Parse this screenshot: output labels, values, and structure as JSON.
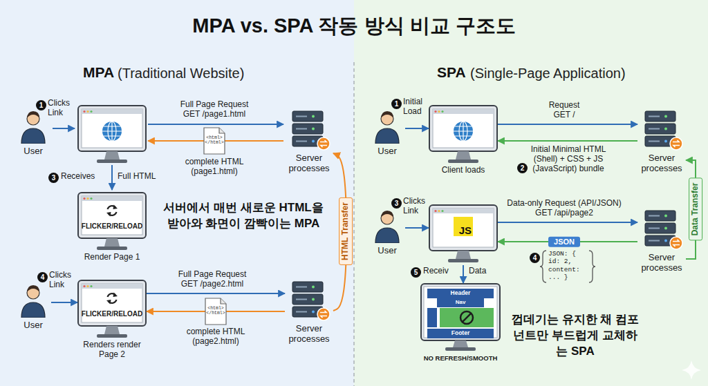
{
  "diagram": {
    "title": "MPA vs. SPA 작동 방식 비교 구조도",
    "nodes": [
      {
        "text": [
          "User"
        ]
      },
      {
        "text": [
          "Server processes"
        ]
      },
      {
        "text": [
          "<html> </html>"
        ]
      },
      {
        "text": [
          "FLICKER/RELOAD",
          "Render Page 1"
        ]
      },
      {
        "text": [
          "User"
        ]
      },
      {
        "text": [
          "FLICKER/RELOAD",
          "Renders render Page 2"
        ]
      },
      {
        "text": [
          "<html> </html>"
        ]
      },
      {
        "text": [
          "Server processes"
        ]
      },
      {
        "text": [
          "User"
        ]
      },
      {
        "text": [
          "Client loads"
        ]
      },
      {
        "text": [
          "Server processes"
        ]
      },
      {
        "text": [
          "User"
        ]
      },
      {
        "text": [
          "JS"
        ]
      },
      {
        "text": [
          "Server processes"
        ]
      },
      {
        "text": [
          "NO REFRESH/SMOOTH"
        ]
      },
      {
        "text": [
          "Header"
        ],
        "in": 14
      },
      {
        "text": [
          "Nav"
        ],
        "in": 14
      },
      {
        "text": [
          "Footer"
        ],
        "in": 14
      }
    ],
    "edges": [
      {
        "from": 4,
        "to": 5,
        "arrow": "to"
      },
      {
        "from": 5,
        "to": 7,
        "label": "Full Page Request GET /page2.html",
        "arrow": "to"
      },
      {
        "from": 7,
        "to": 5,
        "label": "complete HTML (page2.html)",
        "arrow": "to"
      },
      {
        "from": 7,
        "to": 1,
        "label": "HTML Transfer",
        "arrow": "to"
      },
      {
        "from": 8,
        "to": 9,
        "arrow": "to"
      },
      {
        "from": 9,
        "to": 10,
        "label": "Request GET /",
        "arrow": "to"
      },
      {
        "from": 10,
        "to": 9,
        "label": "Initial Minimal HTML (Shell) + CSS + JS (JavaScript) bundle",
        "arrow": "to"
      },
      {
        "from": 13,
        "to": 10,
        "label": "Data Transfer",
        "arrow": "to"
      },
      {
        "from": 11,
        "to": 12,
        "arrow": "to"
      },
      {
        "from": 12,
        "to": 13,
        "label": "Data-only Request (API/JSON) GET /api/page2",
        "arrow": "to"
      },
      {
        "from": 13,
        "to": 12,
        "label": "JSON",
        "arrow": "to"
      },
      {
        "from": 12,
        "to": 14,
        "arrow": "to"
      }
    ],
    "labels": [
      "MPA",
      "(Traditional Website)",
      "1",
      "Clicks Link",
      "Full Page Request GET /page1.html",
      "complete HTML (page1.html)",
      "3",
      "Receives",
      "Full HTML",
      "서버에서 매번 새로운 HTML을 받아와 화면이 깜빡이는 MPA",
      "4",
      "Clicks Link",
      "SPA",
      "(Single-Page Application)",
      "1",
      "Initial Load",
      "2",
      "3",
      "Clicks Link",
      "4",
      "JSON: { id: 2, content: ... }",
      "5",
      "Receiv",
      "Data",
      "껍데기는 유지한 채 컴포넌트만 부드럽게 교체하는 SPA"
    ]
  }
}
